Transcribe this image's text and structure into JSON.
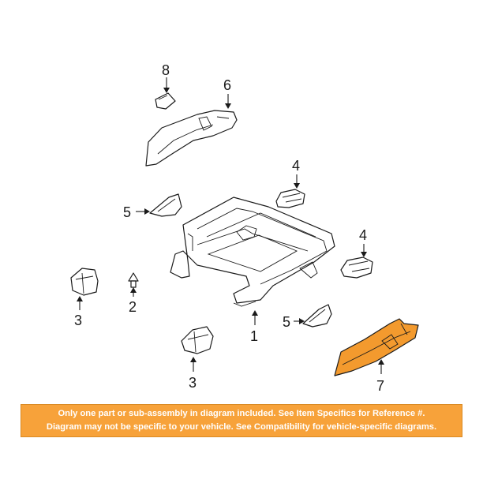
{
  "callouts": {
    "c8": "8",
    "c6": "6",
    "c4a": "4",
    "c5a": "5",
    "c4b": "4",
    "c3a": "3",
    "c2": "2",
    "c5b": "5",
    "c1": "1",
    "c3b": "3",
    "c7": "7"
  },
  "banner": {
    "line1": "Only one part or sub-assembly in diagram included. See Item Specifics for Reference #.",
    "line2": "Diagram may not be specific to your vehicle. See Compatibility for vehicle-specific diagrams."
  },
  "colors": {
    "highlight_part": "#f39a2e",
    "banner_background": "#f7a23a",
    "banner_text": "#ffffff"
  }
}
